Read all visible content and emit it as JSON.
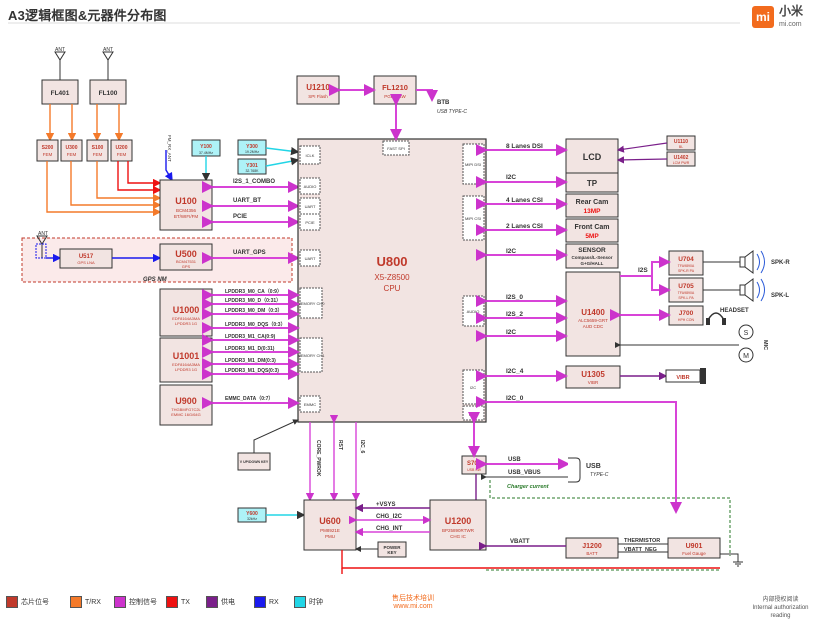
{
  "title": "A3逻辑框图&元器件分布图",
  "brand": {
    "logo": "mi",
    "name": "小米",
    "site": "mi.com",
    "accent": "#f26b1d"
  },
  "colors": {
    "block_fill": "#f2e4e2",
    "block_stroke": "#333333",
    "chip_ref": "#c0392b",
    "ctrl": "#cc33cc",
    "trx": "#f47a2a",
    "tx": "#ee1111",
    "power": "#7a1f8a",
    "rx": "#1a1aee",
    "clock": "#22d5e6",
    "bus": "#d844d8"
  },
  "blocks": {
    "u800": {
      "ref": "U800",
      "sub": "X5-Z8500",
      "sub2": "CPU"
    },
    "u1210": {
      "ref": "U1210",
      "sub": "SPI Flash"
    },
    "fl1210": {
      "ref": "FL1210",
      "sub": "PGRD SW"
    },
    "fl401": {
      "ref": "FL401"
    },
    "fl100": {
      "ref": "FL100"
    },
    "s200": {
      "ref": "S200",
      "sub": "FEM"
    },
    "u300": {
      "ref": "U300",
      "sub": "FEM"
    },
    "s100": {
      "ref": "S100",
      "sub": "FEM"
    },
    "u200": {
      "ref": "U200",
      "sub": "FEM"
    },
    "y100": {
      "ref": "Y100",
      "sub": "37.4MHz"
    },
    "y300": {
      "ref": "Y300",
      "sub": "19.2MHz"
    },
    "y301": {
      "ref": "Y301",
      "sub": "32.768K"
    },
    "u100": {
      "ref": "U100",
      "sub": "BCM4356",
      "sub2": "BT/WIFI/FM"
    },
    "u517": {
      "ref": "U517",
      "sub": "GPS LNA"
    },
    "u500": {
      "ref": "U500",
      "sub": "BCM47531",
      "sub2": "GPS"
    },
    "u1000": {
      "ref": "U1000",
      "sub": "EDF8164A3MA",
      "sub2": "LPDDR3 1G"
    },
    "u1001": {
      "ref": "U1001",
      "sub": "EDF8164A3MA",
      "sub2": "LPDDR3 1G"
    },
    "u900": {
      "ref": "U900",
      "sub": "THGBMFG7C2L",
      "sub2": "EMMC 16G/64G"
    },
    "lcd": {
      "ref": "LCD"
    },
    "tp": {
      "ref": "TP"
    },
    "u1110": {
      "ref": "U1110",
      "sub": "BL"
    },
    "u1402": {
      "ref": "U1402",
      "sub": "LCM PWR"
    },
    "rear_cam": {
      "ref": "Rear Cam",
      "sub": "13MP"
    },
    "front_cam": {
      "ref": "Front Cam",
      "sub": "5MP"
    },
    "sensor": {
      "ref": "SENSOR",
      "sub": "Compass/L-Sensor",
      "sub2": "G+G/HALL"
    },
    "u1400": {
      "ref": "U1400",
      "sub": "ALC5659-GRT",
      "sub2": "AUD CDC"
    },
    "u704": {
      "ref": "U704",
      "sub": "TFA9890A",
      "sub2": "SPK-R PA"
    },
    "u705": {
      "ref": "U705",
      "sub": "TFA9890A",
      "sub2": "SPK-L PA"
    },
    "j700": {
      "ref": "J700",
      "sub": "HPH CON"
    },
    "u1305": {
      "ref": "U1305",
      "sub": "VIBR"
    },
    "vibr": {
      "ref": "VIBR"
    },
    "s701": {
      "ref": "S701",
      "sub": "USB SW"
    },
    "updown": {
      "ref": "V UP/DOWN KEY"
    },
    "y600": {
      "ref": "Y600",
      "sub": "32kHz"
    },
    "u600": {
      "ref": "U600",
      "sub": "PM8921E",
      "sub2": "PMU"
    },
    "u1200": {
      "ref": "U1200",
      "sub": "BP25890RTWR",
      "sub2": "CHG IC"
    },
    "power_key": {
      "ref": "POWER",
      "sub": "KEY"
    },
    "j1200": {
      "ref": "J1200",
      "sub": "BATT"
    },
    "u901": {
      "ref": "U901",
      "sub": "Fuel Gauge"
    }
  },
  "cpu_ports": {
    "iclk": "ICLK",
    "audio": "AUDIO",
    "uart_top": "UART",
    "pcie": "PCIE",
    "uart": "UART",
    "mem0": "MEMORY CH0",
    "mem1": "MEMORY CH1",
    "emmc": "EMMC",
    "fastspi": "FAST SPI",
    "mipi_dsi": "MIPI DSI",
    "mipi_csi": "MIPI CSI",
    "audio_r": "AUDIO",
    "i2c_r": "I2C",
    "usb_r": "USB"
  },
  "signals": {
    "i2s1_combo": "I2S_1_COMBO",
    "uart_bt": "UART_BT",
    "pcie": "PCIE",
    "uart_gps": "UART_GPS",
    "fm_rx_ant": "FM_RX_ANT",
    "lp0_ca": "LPDDR3_M0_CA（0:9）",
    "lp0_d": "LPDDR3_M0_D（0:31）",
    "lp0_dm": "LPDDR3_M0_DM（0:3）",
    "lp0_dqs": "LPDDR3_M0_DQS（0:3）",
    "lp1_ca": "LPDDR3_M1_CA(0:9)",
    "lp1_d": "LPDDR3_M1_D(0:31)",
    "lp1_dm": "LPDDR3_M1_DM(0:3)",
    "lp1_dqs": "LPDDR3_M1_DQS(0:3)",
    "emmc_data": "EMMC_DATA（0:7）",
    "dsi": "8 Lanes DSI",
    "i2c_lcd": "I2C",
    "csi4": "4 Lanes CSI",
    "csi2": "2 Lanes CSI",
    "i2c_sensor": "I2C",
    "i2s0": "I2S_0",
    "i2s2": "I2S_2",
    "i2c_aud": "I2C",
    "i2c4": "I2C_4",
    "i2c0": "I2C_0",
    "i2s_spk": "I2S",
    "btb": "BTB",
    "usb_typec_top": "USB TYPE-C",
    "rst": "RST",
    "core_pwrok": "CORE_PWROK",
    "i2c6": "I2C_6",
    "usb": "USB",
    "usb_vbus": "USB_VBUS",
    "usb_label": "USB",
    "usb_typec": "TYPE-C",
    "charger_current": "Charger current",
    "vsys": "+VSYS",
    "chg_i2c": "CHG_I2C",
    "chg_int": "CHG_INT",
    "vbatt": "VBATT",
    "thermistor": "THERMISTOR",
    "vbatt_neg": "VBATT_NEG",
    "spk_r": "SPK-R",
    "spk_l": "SPK-L",
    "headset": "HEADSET",
    "mic": "MIC",
    "gps_nm": "GPS NM",
    "ant": "ANT"
  },
  "legend": [
    {
      "label": "芯片位号",
      "color": "#c0392b"
    },
    {
      "label": "T/RX",
      "color": "#f47a2a"
    },
    {
      "label": "控制信号",
      "color": "#cc33cc"
    },
    {
      "label": "TX",
      "color": "#ee1111"
    },
    {
      "label": "供电",
      "color": "#7a1f8a"
    },
    {
      "label": "RX",
      "color": "#1a1aee"
    },
    {
      "label": "时钟",
      "color": "#22d5e6"
    }
  ],
  "footer": {
    "center": "售后技术培训",
    "center_url": "www.mi.com",
    "right": "内部授权阅读",
    "right_en": "Internal authorization reading"
  }
}
